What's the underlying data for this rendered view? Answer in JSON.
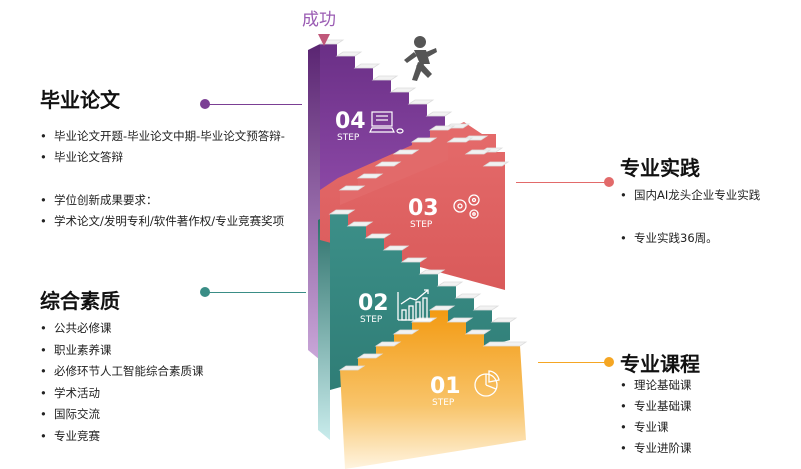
{
  "top": {
    "label": "成功"
  },
  "steps": [
    {
      "num": "04",
      "step": "STEP",
      "color": "#7b3f94",
      "icon": "computer-icon"
    },
    {
      "num": "03",
      "step": "STEP",
      "color": "#e26a6a",
      "icon": "gears-icon"
    },
    {
      "num": "02",
      "step": "STEP",
      "color": "#3a8d86",
      "icon": "growth-chart-icon"
    },
    {
      "num": "01",
      "step": "STEP",
      "color": "#f5a623",
      "icon": "pie-chart-icon"
    }
  ],
  "sections": {
    "thesis": {
      "title": "毕业论文",
      "items": [
        "毕业论文开题-毕业论文中期-毕业论文预答辩-",
        "毕业论文答辩",
        "学位创新成果要求：",
        "学术论文/发明专利/软件著作权/专业竞赛奖项"
      ],
      "color": "#7b3f94"
    },
    "practice": {
      "title": "专业实践",
      "items": [
        "国内AI龙头企业专业实践",
        "专业实践36周。"
      ],
      "color": "#e26a6a"
    },
    "quality": {
      "title": "综合素质",
      "items": [
        "公共必修课",
        "职业素养课",
        "必修环节人工智能综合素质课",
        "学术活动",
        "国际交流",
        "专业竞赛"
      ],
      "color": "#3a8d86"
    },
    "courses": {
      "title": "专业课程",
      "items": [
        "理论基础课",
        "专业基础课",
        "专业课",
        "专业进阶课"
      ],
      "color": "#f5a623"
    }
  }
}
